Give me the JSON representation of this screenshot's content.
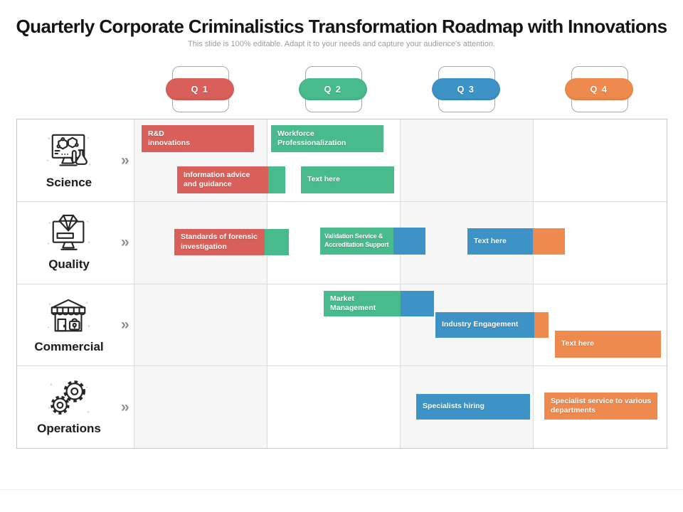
{
  "header": {
    "title": "Quarterly Corporate Criminalistics Transformation Roadmap with Innovations",
    "subtitle": "This slide is 100% editable.  Adapt it to your needs and capture your audience's attention."
  },
  "colors": {
    "red": "#d9605a",
    "green": "#48ba8c",
    "blue": "#3d92c6",
    "orange": "#ee8a4e",
    "cell_shade": "#f6f6f6"
  },
  "quarters": [
    {
      "label": "Q 1",
      "color": "#d9605a"
    },
    {
      "label": "Q 2",
      "color": "#48ba8c"
    },
    {
      "label": "Q 3",
      "color": "#3d92c6"
    },
    {
      "label": "Q 4",
      "color": "#ee8a4e"
    }
  ],
  "chevron": "»",
  "rows": [
    {
      "label": "Science",
      "icon": "monitor-molecules-flask-icon"
    },
    {
      "label": "Quality",
      "icon": "monitor-diamond-icon"
    },
    {
      "label": "Commercial",
      "icon": "storefront-bag-icon"
    },
    {
      "label": "Operations",
      "icon": "gears-icon"
    }
  ],
  "bars": [
    {
      "row": "Science",
      "quarter": "Q1",
      "label": "R&D innovations",
      "color": "#d9605a",
      "tail_color": null
    },
    {
      "row": "Science",
      "quarter": "Q1-Q2",
      "label": "Information advice and guidance",
      "color": "#d9605a",
      "tail_color": "#48ba8c"
    },
    {
      "row": "Science",
      "quarter": "Q2",
      "label": "Workforce Professionalization",
      "color": "#48ba8c",
      "tail_color": null
    },
    {
      "row": "Science",
      "quarter": "Q2",
      "label": "Text here",
      "color": "#48ba8c",
      "tail_color": null
    },
    {
      "row": "Quality",
      "quarter": "Q1-Q2",
      "label": "Standards of forensic investigation",
      "color": "#d9605a",
      "tail_color": "#48ba8c"
    },
    {
      "row": "Quality",
      "quarter": "Q2",
      "label": "Validation Service &  Accreditation Support",
      "color": "#48ba8c",
      "tail_color": "#3d92c6"
    },
    {
      "row": "Quality",
      "quarter": "Q3-Q4",
      "label": "Text here",
      "color": "#3d92c6",
      "tail_color": "#ee8a4e"
    },
    {
      "row": "Commercial",
      "quarter": "Q2-Q3",
      "label": "Market Management",
      "color": "#48ba8c",
      "tail_color": "#3d92c6"
    },
    {
      "row": "Commercial",
      "quarter": "Q3-Q4",
      "label": "Industry Engagement",
      "color": "#3d92c6",
      "tail_color": "#ee8a4e"
    },
    {
      "row": "Commercial",
      "quarter": "Q4",
      "label": "Text here",
      "color": "#ee8a4e",
      "tail_color": null
    },
    {
      "row": "Operations",
      "quarter": "Q3",
      "label": "Specialists hiring",
      "color": "#3d92c6",
      "tail_color": null
    },
    {
      "row": "Operations",
      "quarter": "Q4",
      "label": "Specialist service to various departments",
      "color": "#ee8a4e",
      "tail_color": null
    }
  ]
}
